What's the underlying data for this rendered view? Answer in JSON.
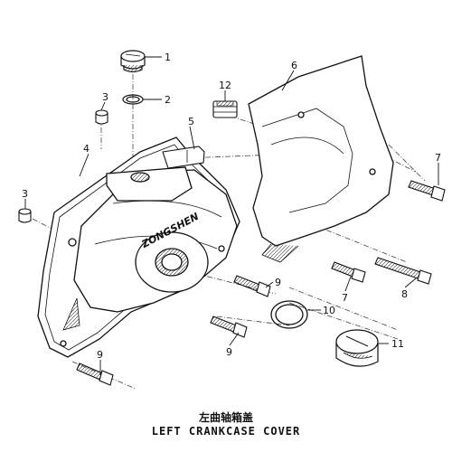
{
  "caption": {
    "chinese": "左曲轴箱盖",
    "english": "LEFT CRANKCASE COVER"
  },
  "cover_logo": "ZONGSHEN",
  "callouts": [
    {
      "id": "c1",
      "label": "1"
    },
    {
      "id": "c2",
      "label": "2"
    },
    {
      "id": "c3a",
      "label": "3"
    },
    {
      "id": "c3b",
      "label": "3"
    },
    {
      "id": "c4",
      "label": "4"
    },
    {
      "id": "c5",
      "label": "5"
    },
    {
      "id": "c6",
      "label": "6"
    },
    {
      "id": "c7a",
      "label": "7"
    },
    {
      "id": "c7b",
      "label": "7"
    },
    {
      "id": "c8",
      "label": "8"
    },
    {
      "id": "c9a",
      "label": "9"
    },
    {
      "id": "c9b",
      "label": "9"
    },
    {
      "id": "c9c",
      "label": "9"
    },
    {
      "id": "c10",
      "label": "10"
    },
    {
      "id": "c11",
      "label": "11"
    },
    {
      "id": "c12",
      "label": "12"
    }
  ]
}
